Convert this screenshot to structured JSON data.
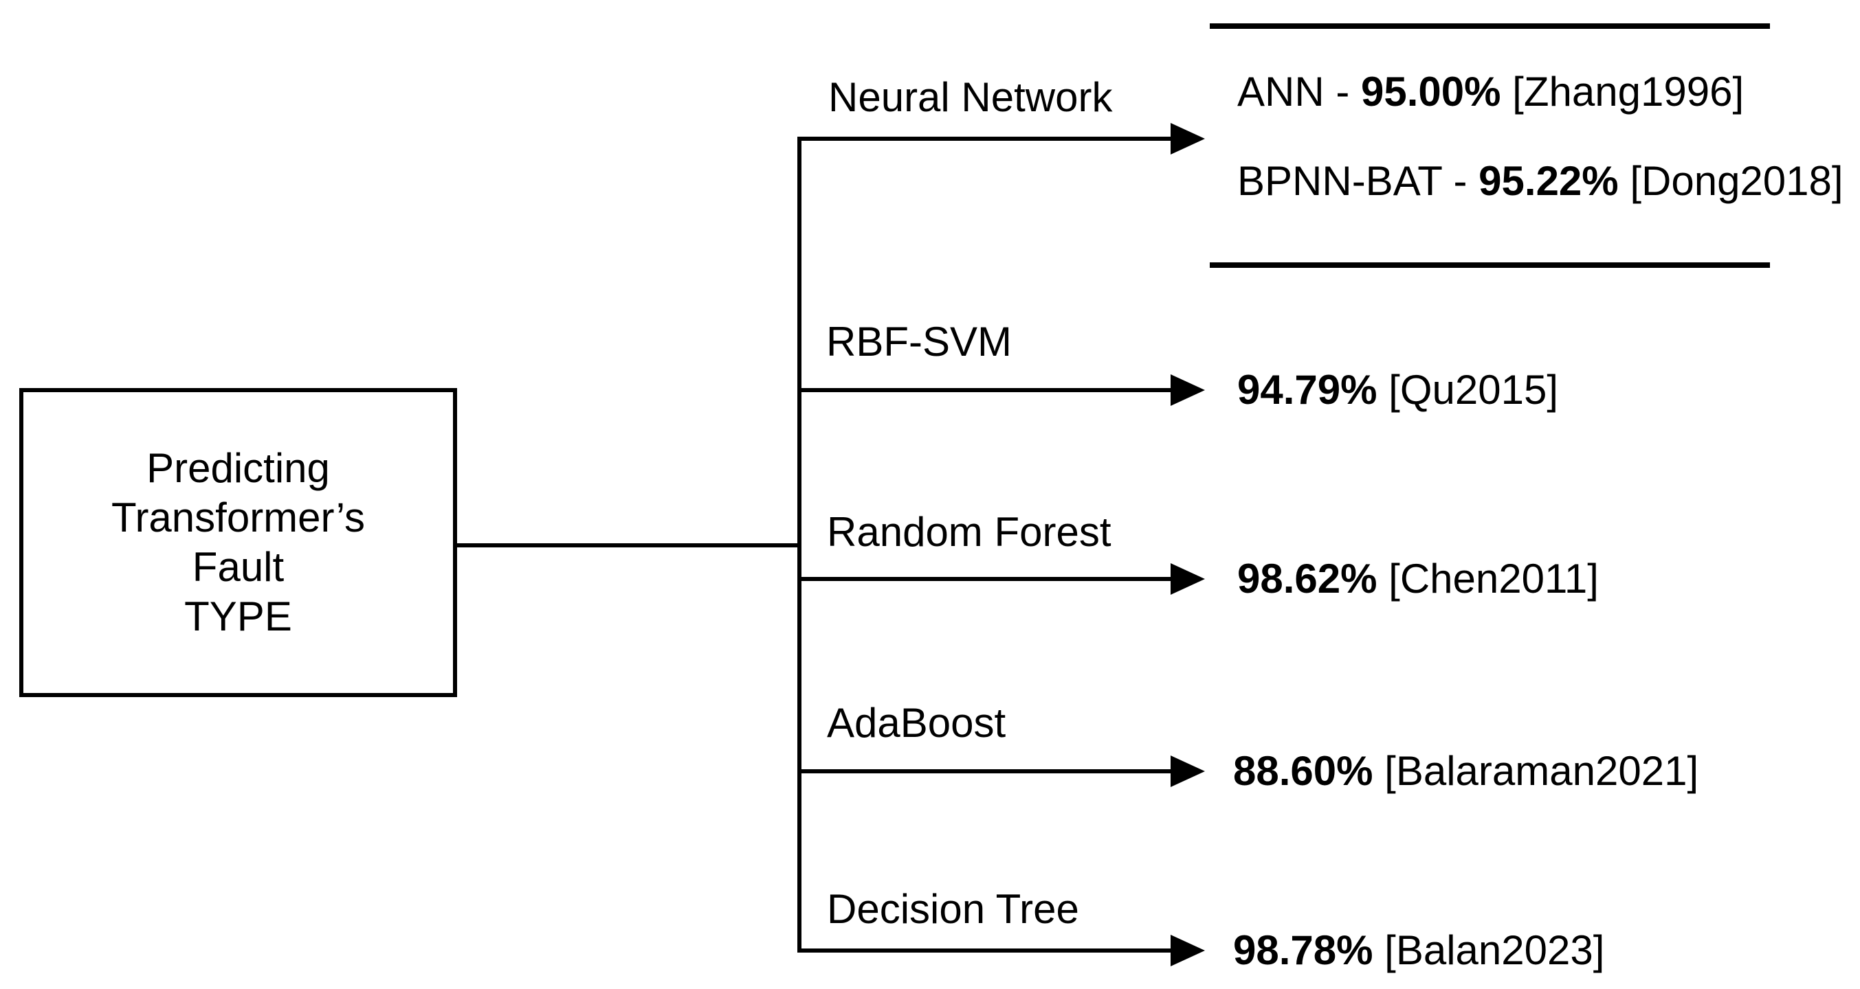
{
  "figure": {
    "background": "#ffffff",
    "ink": "#000000"
  },
  "root_node": {
    "line1": "Predicting",
    "line2": "Transformer’s",
    "line3": "Fault",
    "line4": "TYPE"
  },
  "branches": [
    {
      "label": "Neural Network",
      "results": [
        {
          "prefix": "ANN - ",
          "value": "95.00%",
          "citation": " [Zhang1996]"
        },
        {
          "prefix": "BPNN-BAT - ",
          "value": "95.22%",
          "citation": " [Dong2018]"
        }
      ]
    },
    {
      "label": "RBF-SVM",
      "results": [
        {
          "prefix": "",
          "value": "94.79%",
          "citation": " [Qu2015]"
        }
      ]
    },
    {
      "label": "Random Forest",
      "results": [
        {
          "prefix": "",
          "value": "98.62%",
          "citation": " [Chen2011]"
        }
      ]
    },
    {
      "label": "AdaBoost",
      "results": [
        {
          "prefix": "",
          "value": "88.60%",
          "citation": " [Balaraman2021]"
        }
      ]
    },
    {
      "label": "Decision Tree",
      "results": [
        {
          "prefix": "",
          "value": "98.78%",
          "citation": " [Balan2023]"
        }
      ]
    }
  ]
}
